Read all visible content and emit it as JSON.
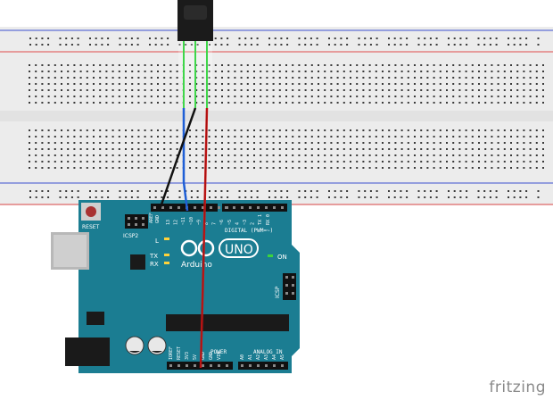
{
  "breadboard": {
    "body_color": "#ececec",
    "rail_blue": "#3b4fd1",
    "rail_red": "#e04b4b",
    "hole_color": "#3a3a3a"
  },
  "ir_receiver": {
    "body_color": "#1b1b1b",
    "lead_color": "#3fd64a"
  },
  "wires": [
    {
      "name": "signal",
      "color": "#1f5fd6"
    },
    {
      "name": "ground",
      "color": "#111111"
    },
    {
      "name": "power",
      "color": "#c81818"
    }
  ],
  "arduino": {
    "board_color": "#1b7d92",
    "logo_text": "UNO",
    "brand_text": "Arduino",
    "reset_label": "RESET",
    "icsp2_label": "ICSP2",
    "icsp_label": "ICSP",
    "led_labels": [
      "L",
      "TX",
      "RX"
    ],
    "on_label": "ON",
    "digital_label": "DIGITAL (PWM=~)",
    "aref_label": "AREF",
    "gnd_label": "GND",
    "digital_pins": [
      "13",
      "12",
      "~11",
      "~10",
      "~9",
      "8",
      "7",
      "~6",
      "~5",
      "4",
      "~3",
      "2",
      "TX 1",
      "RX 0"
    ],
    "power_label": "POWER",
    "power_pins": [
      "IOREF",
      "RESET",
      "3V3",
      "5V",
      "GND",
      "GND",
      "VIN"
    ],
    "analog_label": "ANALOG IN",
    "analog_pins": [
      "A0",
      "A1",
      "A2",
      "A3",
      "A4",
      "A5"
    ]
  },
  "footer": {
    "brand": "fritzing"
  }
}
